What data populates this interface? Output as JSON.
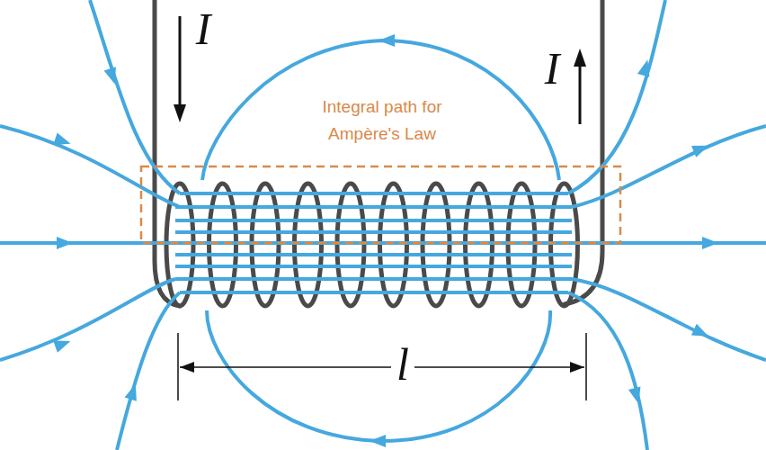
{
  "diagram": {
    "labels": [
      "I",
      "I",
      "Integral path for Ampère's Law",
      "l"
    ]
  }
}
